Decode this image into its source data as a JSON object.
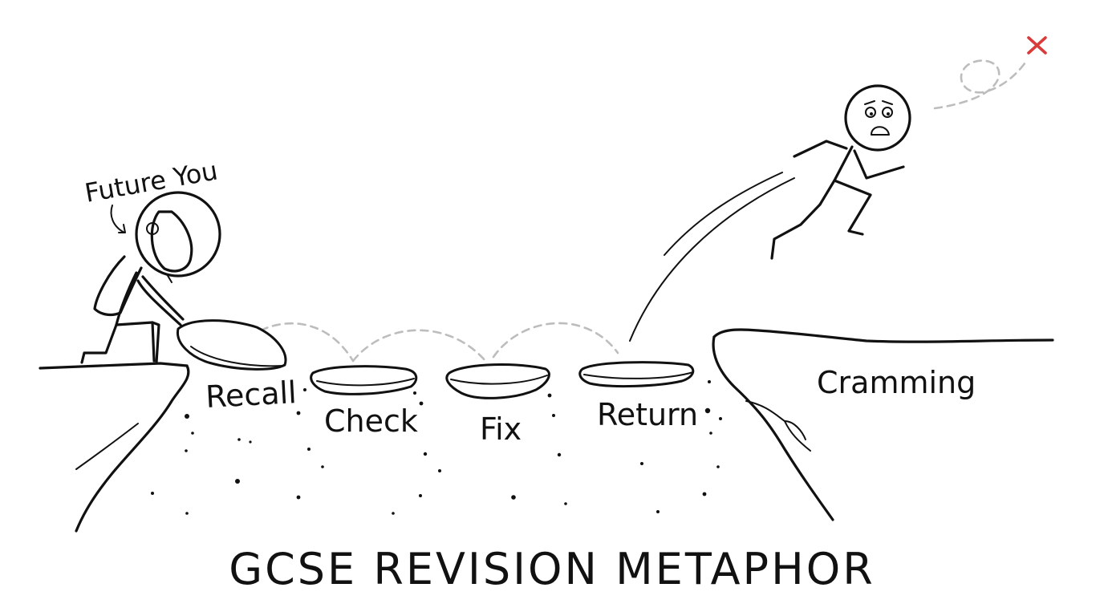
{
  "title": "GCSE REVISION METAPHOR",
  "character_label": "Future You",
  "steps": [
    {
      "label": "Recall"
    },
    {
      "label": "Check"
    },
    {
      "label": "Fix"
    },
    {
      "label": "Return"
    }
  ],
  "destination_label": "Cramming",
  "colors": {
    "ink": "#111111",
    "path_dash": "#bdbdbd",
    "x_mark": "#d93a3a"
  },
  "icons": [
    "astronaut-figure",
    "stick-figure-falling",
    "red-x-mark"
  ]
}
